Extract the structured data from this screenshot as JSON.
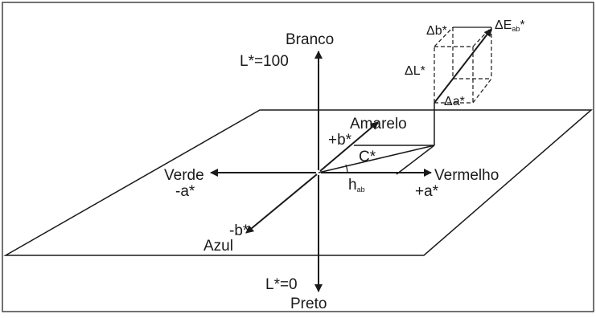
{
  "diagram": {
    "labels": {
      "branco": "Branco",
      "l100": "L*=100",
      "amarelo": "Amarelo",
      "plus_b": "+b*",
      "c_star": "C*",
      "verde": "Verde",
      "minus_a": "-a*",
      "vermelho": "Vermelho",
      "plus_a": "+a*",
      "h": "h",
      "h_sub": "ab",
      "minus_b": "-b*",
      "azul": "Azul",
      "l0": "L*=0",
      "preto": "Preto",
      "delta_b": "Δb*",
      "delta_e": "ΔE",
      "delta_e_sub": "ab",
      "delta_e_star": "*",
      "delta_l": "ΔL*",
      "delta_a": "Δa*"
    },
    "colors": {
      "ink": "#1a1a1a",
      "border": "#444444",
      "background": "#ffffff"
    }
  }
}
